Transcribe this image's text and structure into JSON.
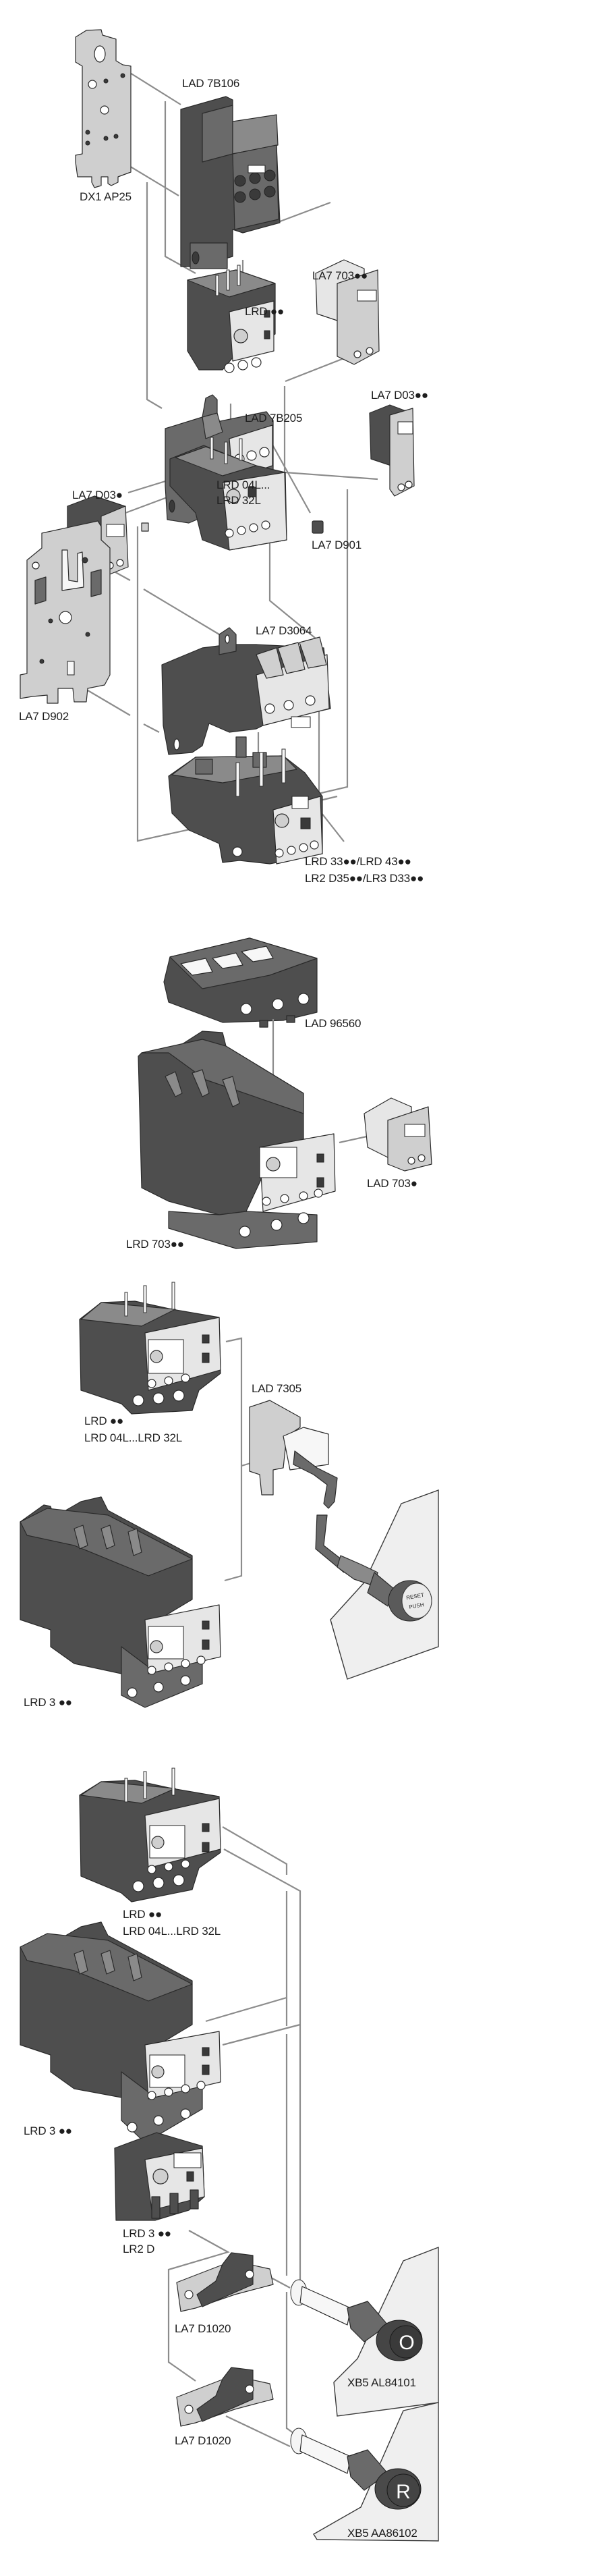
{
  "diagram": {
    "title": "Thermal overload relay accessories – exploded assembly views",
    "sections": [
      {
        "id": "section-1",
        "labels": {
          "lad_7b106": "LAD 7B106",
          "dx1_ap25": "DX1 AP25",
          "la7_703": "LA7 703●●",
          "lrd": "LRD ●●",
          "lad_7b205": "LAD 7B205",
          "la7_d03_right": "LA7 D03●●",
          "la7_d03_left": "LA7 D03●",
          "lrd_04l": "LRD 04L...",
          "lrd_32l": "LRD 32L",
          "la7_d901": "LA7 D901",
          "la7_d3064": "LA7 D3064",
          "la7_d902": "LA7 D902",
          "lrd_33_43": "LRD 33●●/LRD 43●●",
          "lr2_lr3": "LR2 D35●●/LR3 D33●●"
        }
      },
      {
        "id": "section-2",
        "labels": {
          "lad_96560": "LAD 96560",
          "lad_703": "LAD 703●",
          "lrd_703": "LRD 703●●"
        }
      },
      {
        "id": "section-3",
        "labels": {
          "lrd": "LRD ●●",
          "lrd_range": "LRD 04L...LRD 32L",
          "lad_7305": "LAD 7305",
          "lrd_3": "LRD 3 ●●",
          "reset_line1": "RESET",
          "reset_line2": "PUSH"
        }
      },
      {
        "id": "section-4",
        "labels": {
          "lrd": "LRD ●●",
          "lrd_range": "LRD 04L...LRD 32L",
          "lrd_3": "LRD 3 ●●",
          "lrd_3_b": "LRD 3 ●●",
          "lr2_d": "LR2 D",
          "la7_d1020_a": "LA7 D1020",
          "la7_d1020_b": "LA7 D1020",
          "xb5_al84101": "XB5 AL84101",
          "xb5_aa86102": "XB5 AA86102",
          "button_o_symbol": "O",
          "button_r_symbol": "R"
        }
      }
    ],
    "colors": {
      "background": "#ffffff",
      "body_dark": "#4e4e4e",
      "body_mid": "#6a6a6a",
      "body_light": "#8a8a8a",
      "metal_plate": "#cfcfcf",
      "face_plate": "#e6e6e6",
      "leader_line": "#8c8c8c",
      "outline": "#2a2a2a",
      "label_text": "#1e1e1e",
      "panel": "#efefef"
    }
  }
}
